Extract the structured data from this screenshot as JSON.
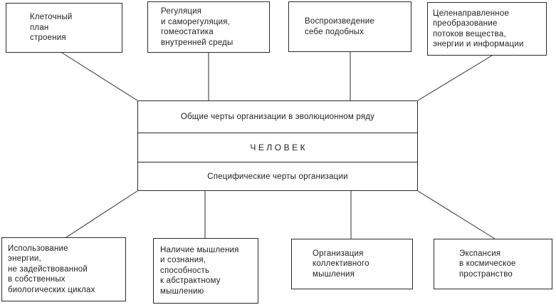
{
  "diagram": {
    "center": {
      "common_title": "Общие черты организации в эволюционном ряду",
      "subject": "ЧЕЛОВЕК",
      "specific_title": "Специфические черты организации"
    },
    "top_boxes": [
      "Клеточный\nплан\nстроения",
      "Регуляция\nи саморегуляция,\nгомеостатика\nвнутренней среды",
      "Воспроизведение\nсебе подобных",
      "Целенаправленное\nпреобразование\nпотоков вещества,\nэнергии и информации"
    ],
    "bottom_boxes": [
      "Использование\nэнергии,\nне задействованной\nв собственных\nбиологических циклах",
      "Наличие мышления\nи сознания,\nспособность\nк абстрактному\nмышлению",
      "Организация\nколлективного\nмышления",
      "Экспансия\nв космическое\nпространство"
    ],
    "colors": {
      "background": "#ffffff",
      "line": "#2b2b2b",
      "text": "#1f1f1f"
    }
  }
}
